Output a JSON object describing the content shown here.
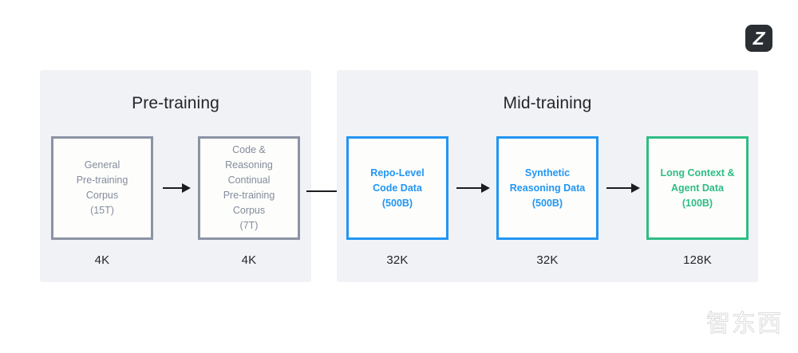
{
  "logo": {
    "name": "z-logo",
    "glyph": "Z",
    "background": "#2b2e33",
    "foreground": "#ffffff"
  },
  "watermark": {
    "text": "智东西"
  },
  "colors": {
    "panel_background": "#f1f2f5",
    "gray_accent": "#8b93a3",
    "blue_accent": "#2196f3",
    "green_accent": "#2ebd85",
    "arrow": "#1b1d21",
    "title_text": "#23262b",
    "box_fill": "#fdfdfc"
  },
  "stages": [
    {
      "id": "pre-training",
      "title": "Pre-training",
      "items": [
        {
          "id": "general-pre-training-corpus",
          "label": "General\nPre-training\nCorpus\n(15T)",
          "context_length": "4K",
          "style": "gray",
          "size": "15T"
        },
        {
          "id": "code-reasoning-continual-pre-training-corpus",
          "label": "Code &\nReasoning\nContinual\nPre-training\nCorpus\n(7T)",
          "context_length": "4K",
          "style": "gray",
          "size": "7T"
        }
      ]
    },
    {
      "id": "mid-training",
      "title": "Mid-training",
      "items": [
        {
          "id": "repo-level-code-data",
          "label": "Repo-Level\nCode Data\n(500B)",
          "context_length": "32K",
          "style": "blue",
          "size": "500B"
        },
        {
          "id": "synthetic-reasoning-data",
          "label": "Synthetic\nReasoning Data\n(500B)",
          "context_length": "32K",
          "style": "blue",
          "size": "500B"
        },
        {
          "id": "long-context-agent-data",
          "label": "Long Context &\nAgent Data\n(100B)",
          "context_length": "128K",
          "style": "green",
          "size": "100B"
        }
      ]
    }
  ]
}
